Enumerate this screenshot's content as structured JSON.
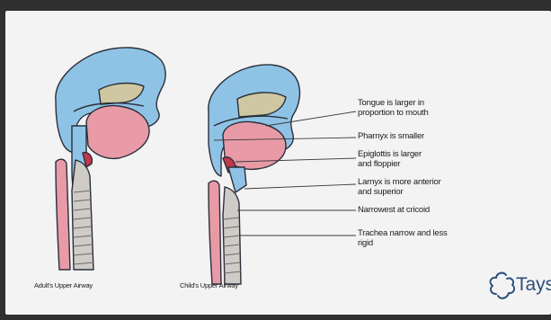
{
  "diagram": {
    "captions": {
      "adult": "Adult's Upper Airway",
      "child": "Child's Upper Airway"
    },
    "labels": [
      {
        "id": "tongue",
        "line1": "Tongue is larger in",
        "line2": "proportion to mouth"
      },
      {
        "id": "pharynx",
        "line1": "Pharnyx is smaller",
        "line2": ""
      },
      {
        "id": "epiglottis",
        "line1": "Epiglottis is larger",
        "line2": "and floppier"
      },
      {
        "id": "larynx",
        "line1": "Larnyx is more anterior",
        "line2": "and superior"
      },
      {
        "id": "cricoid",
        "line1": "Narrowest at cricoid",
        "line2": ""
      },
      {
        "id": "trachea",
        "line1": "Trachea narrow and less",
        "line2": "rigid"
      }
    ],
    "colors": {
      "head": "#8ec3e6",
      "tongue": "#e99aa7",
      "palate": "#cfc7a1",
      "trachea": "#cfcbc6",
      "outline": "#2a2f3a"
    }
  },
  "logo": {
    "text": "Tays",
    "icon": "tays-logo-icon"
  }
}
